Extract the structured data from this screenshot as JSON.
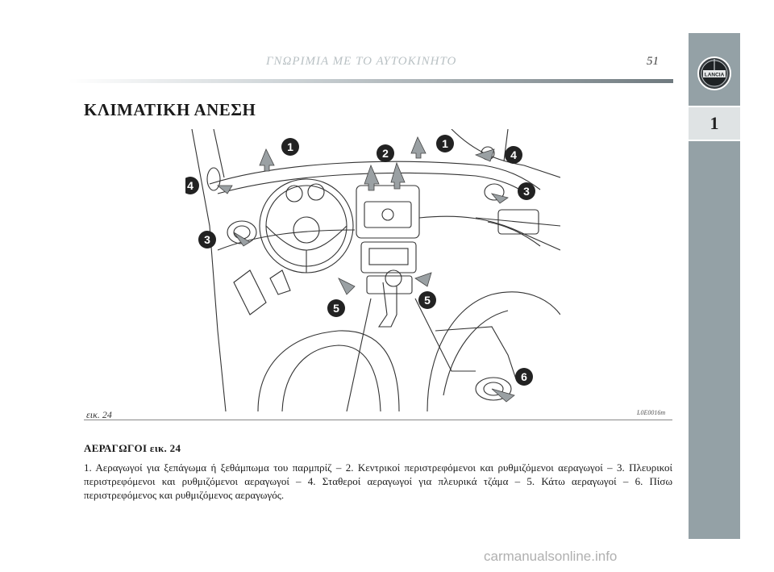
{
  "header": {
    "title": "ΓΝΩΡΙΜΙΑ ΜΕ ΤΟ ΑΥΤΟΚΙΝΗΤΟ",
    "page_number": "51"
  },
  "side_tab": {
    "logo_text": "LANCIA",
    "chapter": "1"
  },
  "section_title": "ΚΛΙΜΑΤΙΚΗ ΑΝΕΣΗ",
  "figure": {
    "caption": "εικ. 24",
    "code": "L0E0016m",
    "callouts": [
      "1",
      "2",
      "1",
      "4",
      "4",
      "3",
      "3",
      "5",
      "5",
      "6"
    ]
  },
  "subheading": "ΑΕΡΑΓΩΓΟΙ εικ. 24",
  "body": "1. Αεραγωγοί για ξεπάγωμα ή ξεθάμπωμα του παρμπρίζ – 2. Κεντρικοί περιστρεφόμενοι και ρυθμιζόμενοι αεραγωγοί – 3. Πλευρικοί περιστρεφόμενοι και ρυθμιζόμενοι αεραγωγοί – 4. Σταθεροί αεραγωγοί για πλευρικά τζάμα – 5. Κάτω αεραγωγοί – 6. Πίσω περιστρεφόμενος και ρυθμιζόμενος αεραγωγός.",
  "watermark": "carmanualsonline.info"
}
